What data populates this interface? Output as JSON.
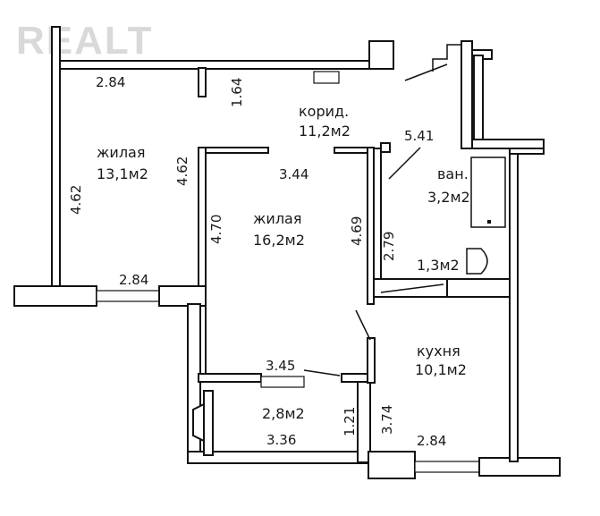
{
  "watermark": "REALT",
  "rooms": {
    "living1": {
      "name": "жилая",
      "area": "13,1м2"
    },
    "corridor": {
      "name": "корид.",
      "area": "11,2м2"
    },
    "living2": {
      "name": "жилая",
      "area": "16,2м2"
    },
    "bath": {
      "name": "ван.",
      "area": "3,2м2"
    },
    "wc": {
      "area": "1,3м2"
    },
    "kitchen": {
      "name": "кухня",
      "area": "10,1м2"
    },
    "loggia": {
      "area": "2,8м2"
    }
  },
  "dimensions": {
    "d_284_top": "2.84",
    "d_164": "1.64",
    "d_541": "5.41",
    "d_462_left": "4.62",
    "d_462_mid": "4.62",
    "d_344": "3.44",
    "d_470": "4.70",
    "d_469": "4.69",
    "d_279": "2.79",
    "d_284_mid": "2.84",
    "d_345": "3.45",
    "d_374": "3.74",
    "d_121": "1.21",
    "d_336": "3.36",
    "d_284_bottom": "2.84"
  }
}
